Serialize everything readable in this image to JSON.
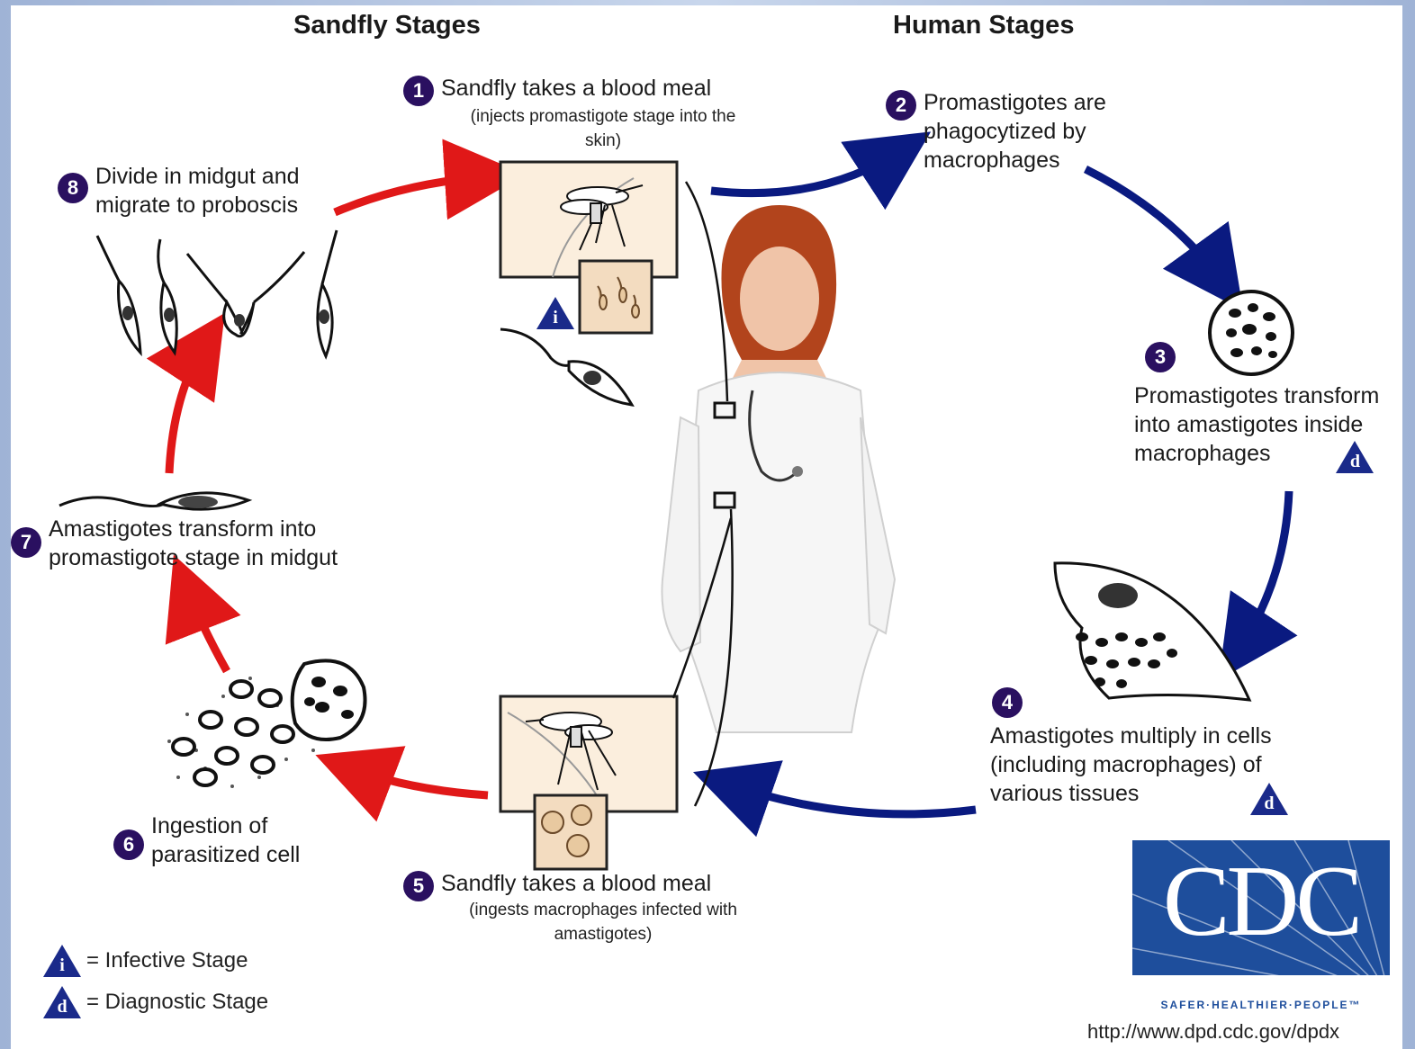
{
  "headers": {
    "sandfly": "Sandfly Stages",
    "human": "Human Stages"
  },
  "steps": [
    {
      "num": "1",
      "text": "Sandfly takes a blood meal",
      "sub": "(injects promastigote stage into the skin)"
    },
    {
      "num": "2",
      "text": "Promastigotes are phagocytized by macrophages"
    },
    {
      "num": "3",
      "text": "Promastigotes transform into amastigotes inside macrophages"
    },
    {
      "num": "4",
      "text": "Amastigotes multiply in cells (including macrophages) of various tissues"
    },
    {
      "num": "5",
      "text": "Sandfly takes a blood meal",
      "sub": "(ingests macrophages infected with amastigotes)"
    },
    {
      "num": "6",
      "text": "Ingestion of parasitized cell"
    },
    {
      "num": "7",
      "text": "Amastigotes transform into promastigote stage in midgut"
    },
    {
      "num": "8",
      "text": "Divide in midgut and migrate to proboscis"
    }
  ],
  "badges": {
    "infective": "i",
    "diagnostic": "d"
  },
  "legend": {
    "infective_label": "= Infective Stage",
    "diagnostic_label": "= Diagnostic Stage"
  },
  "logo": {
    "name": "CDC",
    "tagline": "SAFER·HEALTHIER·PEOPLE™"
  },
  "url": "http://www.dpd.cdc.gov/dpdx",
  "colors": {
    "human_arrow": "#0a1a80",
    "sandfly_arrow": "#e01818",
    "step_circle": "#2a1060",
    "badge": "#1a2a8a",
    "logo_blue": "#1e4e9c"
  }
}
